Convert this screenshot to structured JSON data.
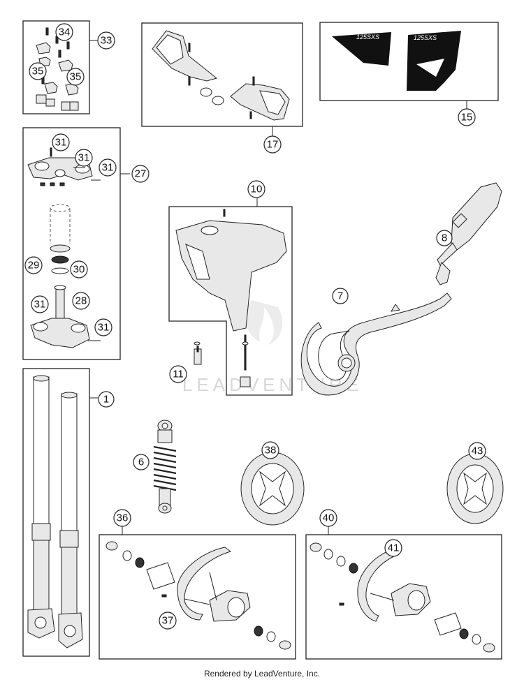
{
  "watermark": "LEADVENTURE",
  "footer": "Rendered by LeadVenture, Inc.",
  "decal_text": [
    "125SXS",
    "125SXS"
  ],
  "callouts": {
    "c1": "1",
    "c6": "6",
    "c7": "7",
    "c8": "8",
    "c10": "10",
    "c11": "11",
    "c15": "15",
    "c17": "17",
    "c27": "27",
    "c28": "28",
    "c29": "29",
    "c30": "30",
    "c31a": "31",
    "c31b": "31",
    "c31c": "31",
    "c31d": "31",
    "c31e": "31",
    "c33": "33",
    "c34": "34",
    "c35a": "35",
    "c35b": "35",
    "c36": "36",
    "c37": "37",
    "c38": "38",
    "c40": "40",
    "c41": "41",
    "c43": "43"
  }
}
